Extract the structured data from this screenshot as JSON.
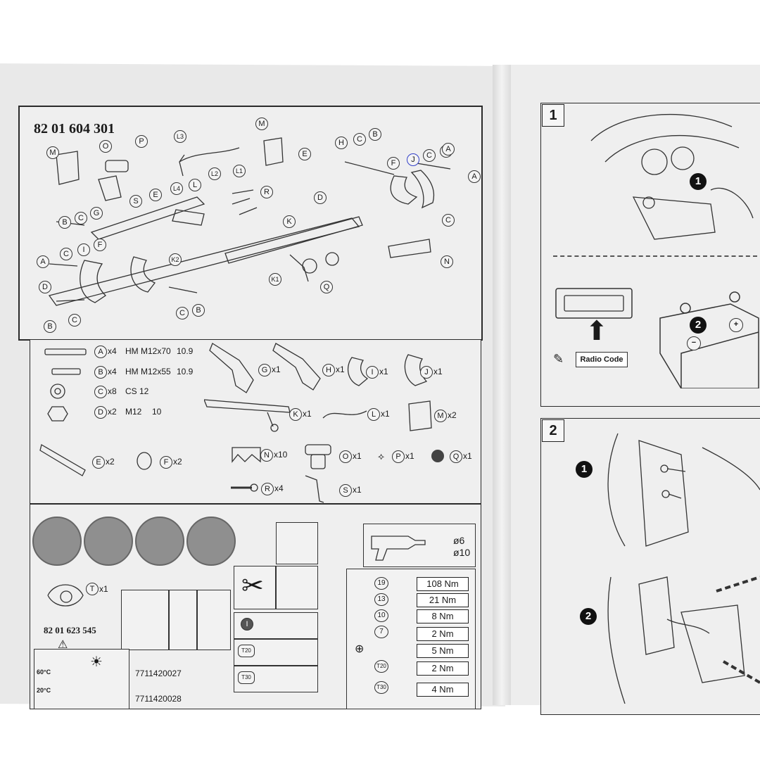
{
  "left_page": {
    "part_number": "82 01 604 301",
    "diagram_labels": [
      "M",
      "O",
      "P",
      "L3",
      "M",
      "C",
      "B",
      "E",
      "H",
      "J",
      "C",
      "A",
      "L",
      "L2",
      "L1",
      "L4",
      "E",
      "S",
      "R",
      "F",
      "A",
      "D",
      "B",
      "C",
      "G",
      "K",
      "K2",
      "I",
      "F",
      "A",
      "C",
      "D",
      "K1",
      "Q",
      "N",
      "B",
      "C",
      "B",
      "C"
    ],
    "parts": [
      {
        "letter": "A",
        "qty": "x4",
        "spec": "HM M12x70",
        "grade": "10.9"
      },
      {
        "letter": "B",
        "qty": "x4",
        "spec": "HM M12x55",
        "grade": "10.9"
      },
      {
        "letter": "C",
        "qty": "x8",
        "spec": "CS 12",
        "grade": ""
      },
      {
        "letter": "D",
        "qty": "x2",
        "spec": "M12",
        "grade": "10"
      },
      {
        "letter": "E",
        "qty": "x2"
      },
      {
        "letter": "F",
        "qty": "x2"
      },
      {
        "letter": "G",
        "qty": "x1"
      },
      {
        "letter": "H",
        "qty": "x1"
      },
      {
        "letter": "I",
        "qty": "x1"
      },
      {
        "letter": "J",
        "qty": "x1"
      },
      {
        "letter": "K",
        "qty": "x1"
      },
      {
        "letter": "L",
        "qty": "x1"
      },
      {
        "letter": "M",
        "qty": "x2"
      },
      {
        "letter": "N",
        "qty": "x10"
      },
      {
        "letter": "O",
        "qty": "x1"
      },
      {
        "letter": "P",
        "qty": "x1"
      },
      {
        "letter": "Q",
        "qty": "x1"
      },
      {
        "letter": "R",
        "qty": "x4"
      },
      {
        "letter": "S",
        "qty": "x1"
      }
    ],
    "wiring": {
      "letter": "T",
      "qty": "x1",
      "part_number": "82 01 623 545"
    },
    "drill": {
      "sizes": [
        "ø6",
        "ø10"
      ]
    },
    "temps": [
      "60°C",
      "20°C"
    ],
    "products": [
      "7711420027",
      "7711420028"
    ],
    "torque": [
      {
        "ref": "19",
        "value": "108 Nm"
      },
      {
        "ref": "13",
        "value": "21 Nm"
      },
      {
        "ref": "10",
        "value": "8 Nm"
      },
      {
        "ref": "7",
        "value": "2 Nm"
      },
      {
        "ref": "",
        "value": "5 Nm"
      },
      {
        "ref": "T20",
        "value": "2 Nm"
      },
      {
        "ref": "T30",
        "value": "4 Nm"
      }
    ],
    "tools": [
      "T20",
      "T30"
    ]
  },
  "right_page": {
    "step1": {
      "number": "1",
      "callouts": [
        "1",
        "2"
      ],
      "radio_label": "Radio Code",
      "battery_signs": [
        "+",
        "−"
      ]
    },
    "step2": {
      "number": "2",
      "callouts": [
        "1",
        "2"
      ]
    }
  }
}
